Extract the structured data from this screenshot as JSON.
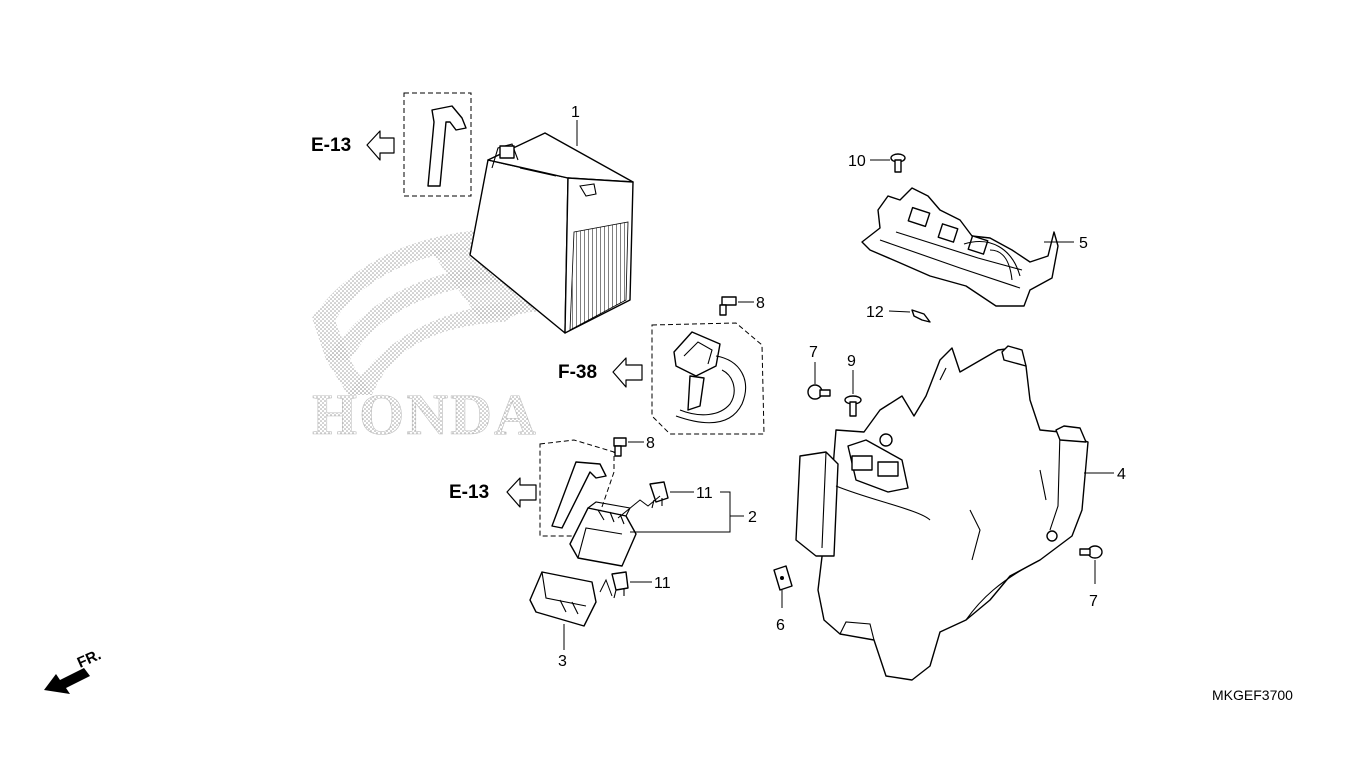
{
  "callouts": {
    "c1": "1",
    "c2": "2",
    "c3": "3",
    "c4": "4",
    "c5": "5",
    "c6": "6",
    "c7a": "7",
    "c7b": "7",
    "c8a": "8",
    "c8b": "8",
    "c9": "9",
    "c10": "10",
    "c11a": "11",
    "c11b": "11",
    "c12": "12"
  },
  "refs": {
    "e13_top": "E-13",
    "f38": "F-38",
    "e13_bottom": "E-13"
  },
  "watermark": "HONDA",
  "front_indicator": "FR.",
  "diagram_code": "MKGEF3700"
}
